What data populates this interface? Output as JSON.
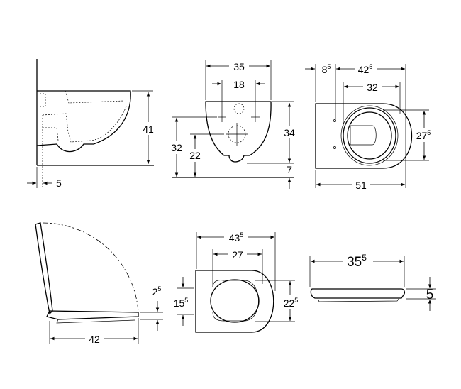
{
  "side_view": {
    "height": "41",
    "wall_gap": "5"
  },
  "front_view": {
    "width": "35",
    "fixing_spacing": "18",
    "bowl_height": "34",
    "fixing_height": "32",
    "outlet_height": "22",
    "offset": "7"
  },
  "top_view": {
    "rear_offset": {
      "main": "8",
      "sup": "5"
    },
    "fixing_to_front": {
      "main": "42",
      "sup": "5"
    },
    "inner_length": "32",
    "seat_width": {
      "main": "27",
      "sup": "5"
    },
    "length": "51"
  },
  "seat_side_open": {
    "thickness": {
      "main": "2",
      "sup": "5"
    },
    "length": "42"
  },
  "seat_top": {
    "length": {
      "main": "43",
      "sup": "5"
    },
    "inner_length": "27",
    "hinge_offset": {
      "main": "15",
      "sup": "5"
    },
    "width": {
      "main": "22",
      "sup": "5"
    }
  },
  "seat_side": {
    "length": {
      "main": "35",
      "sup": "5"
    },
    "height": "5"
  }
}
